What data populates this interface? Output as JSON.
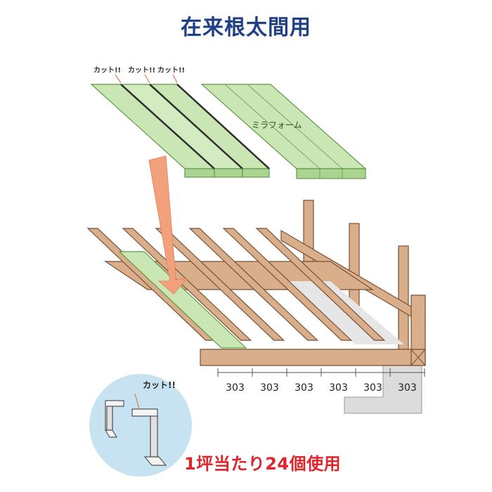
{
  "title": "在来根太間用",
  "board_labels": {
    "cut_1": "カット!!",
    "cut_2": "カット!!",
    "cut_3": "カット!!",
    "product_name": "ミラフォーム"
  },
  "spacing": {
    "values": [
      "303",
      "303",
      "303",
      "303",
      "303",
      "303"
    ]
  },
  "bracket": {
    "cut_label": "カット!!"
  },
  "usage_note": "1坪当たり24個使用",
  "colors": {
    "title": "#1f3f86",
    "board_fill": "#c9e6b4",
    "board_edge": "#5f9a47",
    "timber": "#d9ae8a",
    "timber_edge": "#7a4f35",
    "arrow": "#f3a07d",
    "circle": "#c7e2f1",
    "usage": "#e0242a",
    "concrete": "#dcdcdc"
  }
}
